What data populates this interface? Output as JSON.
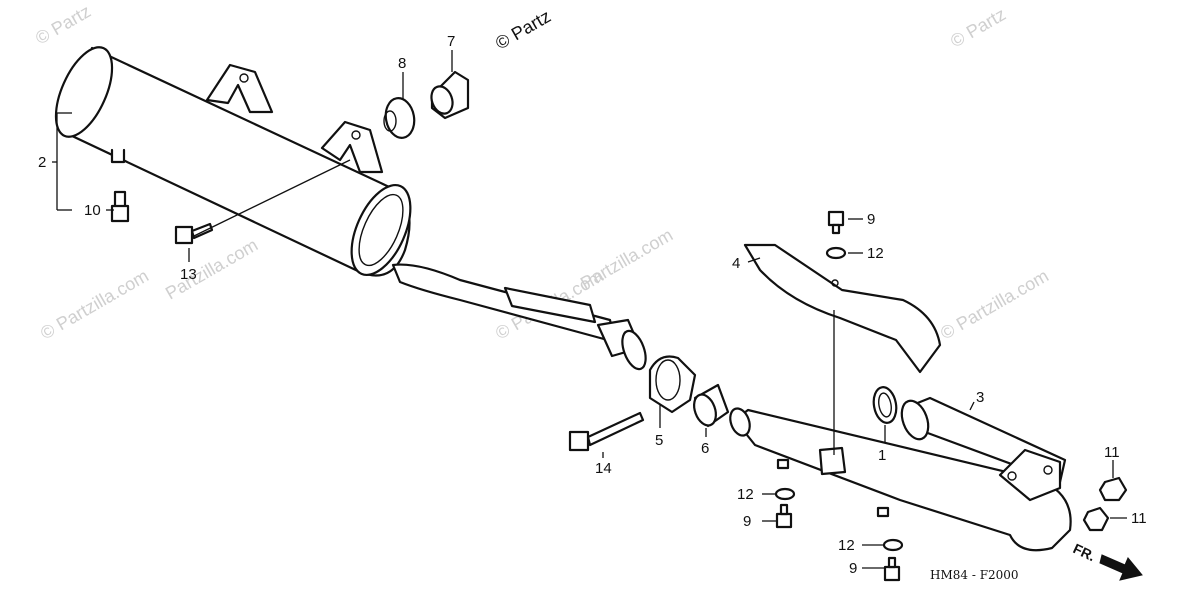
{
  "watermarks": {
    "text_short": "© Partz",
    "text_full": "© Partzilla.com",
    "text_domain": "© Partzilla.com",
    "text_domain2": "Partzilla.com"
  },
  "diagram_code": "HM84 - F2000",
  "front_marker": "FR.",
  "callouts": {
    "c1": "1",
    "c2": "2",
    "c3": "3",
    "c4": "4",
    "c5": "5",
    "c6": "6",
    "c7": "7",
    "c8": "8",
    "c9a": "9",
    "c9b": "9",
    "c9c": "9",
    "c10": "10",
    "c11a": "11",
    "c11b": "11",
    "c12a": "12",
    "c12b": "12",
    "c12c": "12",
    "c13": "13",
    "c14": "14"
  }
}
